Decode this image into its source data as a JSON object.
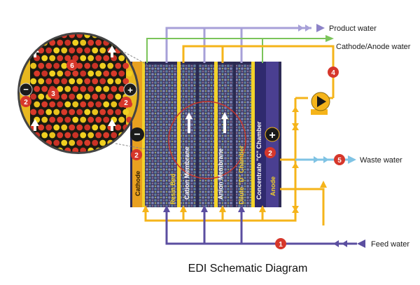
{
  "title": "EDI Schematic Diagram",
  "streams": {
    "product_water": "Product water",
    "cathode_anode_water": "Cathode/Anode water",
    "waste_water": "Waste water",
    "feed_water": "Feed water"
  },
  "chambers": {
    "cathode": "Cathode",
    "resin_bed": "Resin Bed",
    "cation_membrane": "Cation Membrane",
    "anion_membrane": "Anion Membrane",
    "dilute_chamber": "Dilute \"D\" Chamber",
    "concentrate_chamber": "Concentrate \"C\" Chamber",
    "anode": "Anode"
  },
  "markers": {
    "feed": "1",
    "electrode_left": "2",
    "inset_left": "2",
    "inset_right": "2",
    "electrode_right": "2",
    "inset_center": "3",
    "loop": "4",
    "waste": "5",
    "inset_top": "6"
  },
  "symbols": {
    "minus": "−",
    "plus": "+"
  },
  "colors": {
    "yellow_line": "#f5b41a",
    "purple_line": "#5b4ea0",
    "lilac_line": "#a7a0d8",
    "green_line": "#7bc45a",
    "cyan_line": "#7fc3e4",
    "marker_red": "#d6372b",
    "cathode_panel": "#e8a020",
    "anode_panel": "#4a3f91"
  }
}
